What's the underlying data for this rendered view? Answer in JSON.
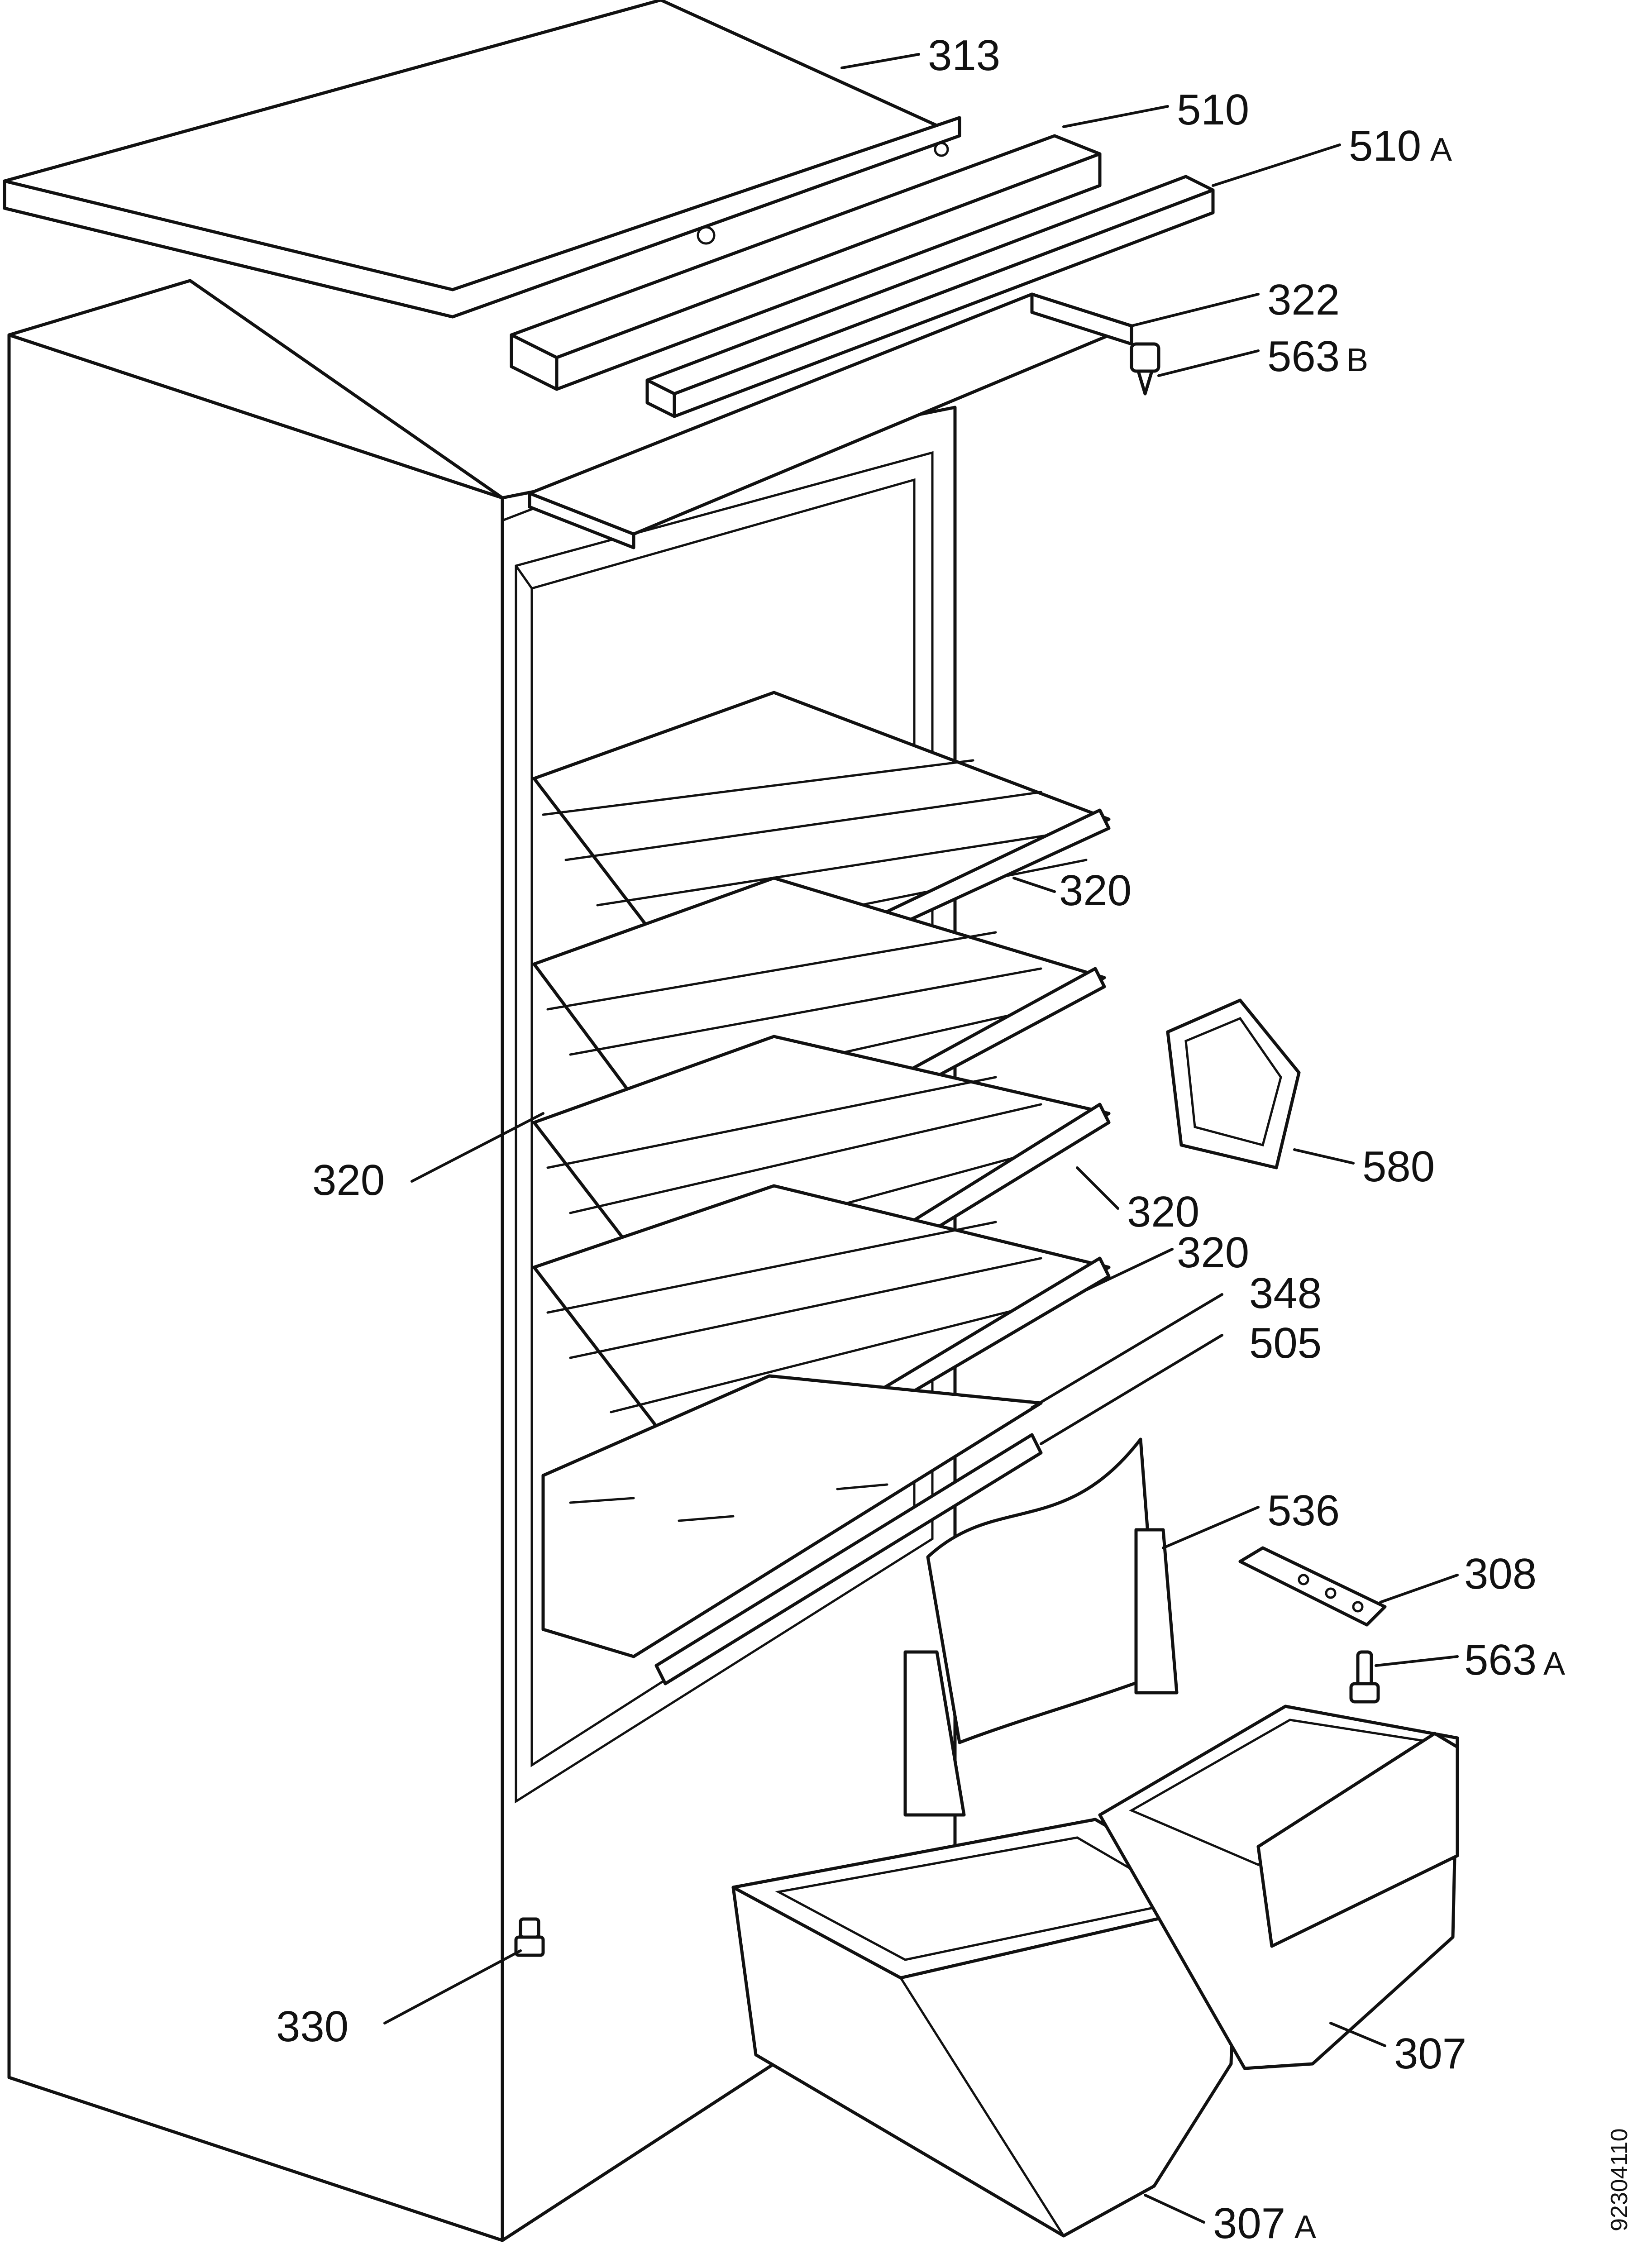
{
  "callouts": [
    {
      "id": "lid",
      "number": "313",
      "suffix": ""
    },
    {
      "id": "top-rail",
      "number": "510",
      "suffix": ""
    },
    {
      "id": "top-rail-a",
      "number": "510",
      "suffix": "A"
    },
    {
      "id": "hinge-bracket",
      "number": "322",
      "suffix": ""
    },
    {
      "id": "pin-b",
      "number": "563",
      "suffix": "B"
    },
    {
      "id": "shelf-1",
      "number": "320",
      "suffix": ""
    },
    {
      "id": "shelf-2",
      "number": "320",
      "suffix": ""
    },
    {
      "id": "shelf-3",
      "number": "320",
      "suffix": ""
    },
    {
      "id": "shelf-4",
      "number": "320",
      "suffix": ""
    },
    {
      "id": "glass-shelf",
      "number": "348",
      "suffix": ""
    },
    {
      "id": "glass-trim",
      "number": "505",
      "suffix": ""
    },
    {
      "id": "lamp-cover",
      "number": "580",
      "suffix": ""
    },
    {
      "id": "divider",
      "number": "536",
      "suffix": ""
    },
    {
      "id": "lower-hinge",
      "number": "308",
      "suffix": ""
    },
    {
      "id": "pin-a",
      "number": "563",
      "suffix": "A"
    },
    {
      "id": "foot",
      "number": "330",
      "suffix": ""
    },
    {
      "id": "crisper",
      "number": "307",
      "suffix": ""
    },
    {
      "id": "crisper-a",
      "number": "307",
      "suffix": "A"
    }
  ],
  "document_number": "92304110"
}
